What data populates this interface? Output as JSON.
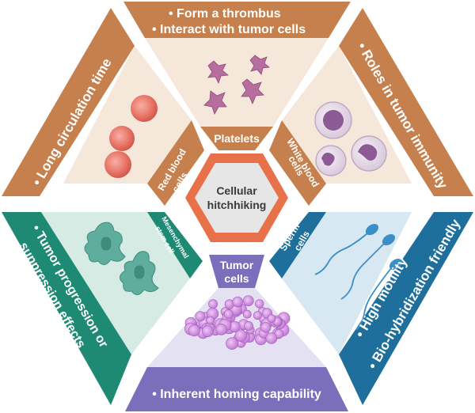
{
  "center": {
    "line1": "Cellular",
    "line2": "hitchhiking"
  },
  "sectors": {
    "platelets": {
      "label": "Platelets",
      "band_line1": "• Form a thrombus",
      "band_line2": "• Interact with tumor cells",
      "band_color": "#c6804d",
      "fill_color": "#f5e7da"
    },
    "white_blood_cells": {
      "label_line1": "White blood",
      "label_line2": "cells",
      "band_text": "• Roles in tumor immunity",
      "band_color": "#c6804d",
      "fill_color": "#f5e7da"
    },
    "sperm_cells": {
      "label_line1": "Sperm",
      "label_line2": "cells",
      "band_line1": "• High motility",
      "band_line2": "• Bio-hybridization friendly",
      "band_color": "#1e6f9c",
      "fill_color": "#d7e8f2"
    },
    "tumor_cells": {
      "label_line1": "Tumor",
      "label_line2": "cells",
      "band_text": "• Inherent homing capability",
      "band_color": "#7b6fbc",
      "fill_color": "#e4e1f2"
    },
    "mesenchymal_stem_cell": {
      "label_line1": "Mesenchymal",
      "label_line2": "stem cell",
      "band_line1": "• Tumor progression or",
      "band_line2": "suppression effects",
      "band_color": "#1e8a74",
      "fill_color": "#d5ebe4"
    },
    "red_blood_cells": {
      "label_line1": "Red blood",
      "label_line2": "cells",
      "band_text": "• Long circulation time",
      "band_color": "#c6804d",
      "fill_color": "#f5e7da"
    }
  },
  "colors": {
    "center_ring": "#e9714a",
    "center_fill": "#e6e6e6",
    "red_cell": "#ea7a6c",
    "platelet": "#b76d9e",
    "wbc": "#8c5a95",
    "msc": "#5fae9d",
    "sperm": "#3b8fc8",
    "tumor": "#c88ad8"
  }
}
